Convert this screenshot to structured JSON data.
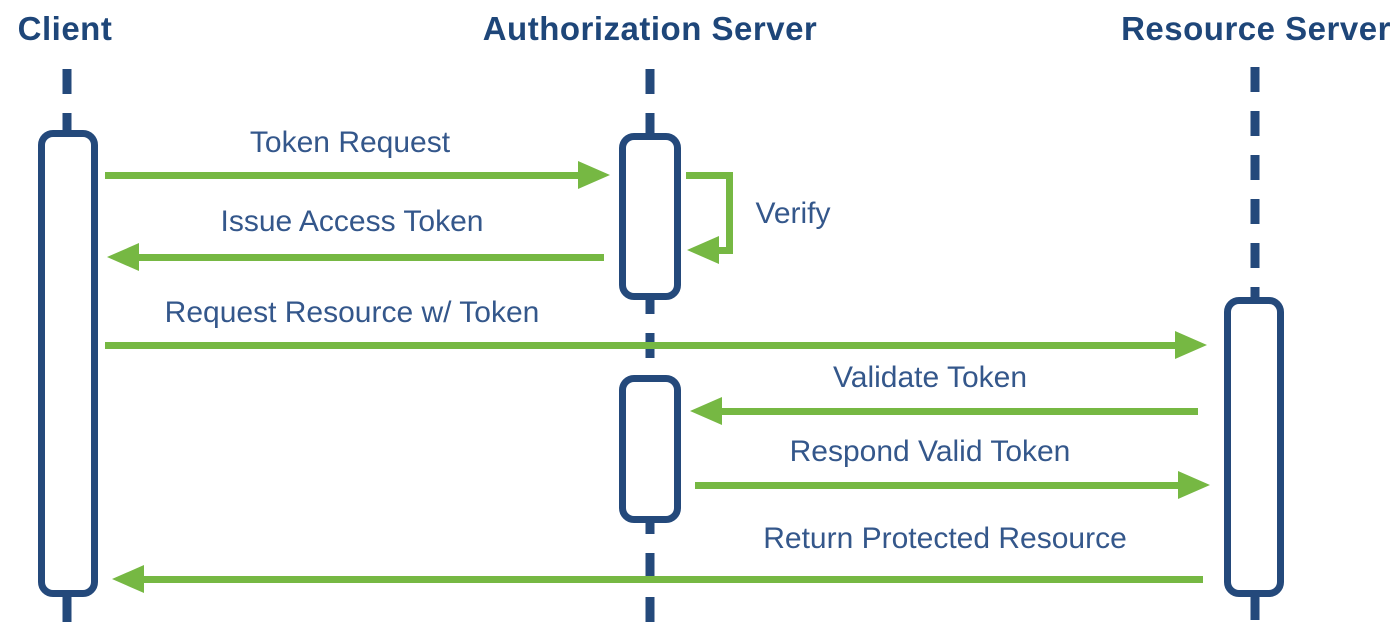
{
  "diagram_type": "sequence",
  "colors": {
    "background": "#FFFFFF",
    "navy": "#24497B",
    "title_text": "#1E4679",
    "label_text": "#34578B",
    "green": "#76B843"
  },
  "actors": [
    {
      "name": "Client"
    },
    {
      "name": "Authorization Server"
    },
    {
      "name": "Resource Server"
    }
  ],
  "messages": [
    {
      "label": "Token Request",
      "from": "Client",
      "to": "Authorization Server",
      "direction": "right"
    },
    {
      "label": "Issue Access Token",
      "from": "Authorization Server",
      "to": "Client",
      "direction": "left"
    },
    {
      "label": "Verify",
      "from": "Authorization Server",
      "to": "Authorization Server",
      "direction": "self"
    },
    {
      "label": "Request Resource w/ Token",
      "from": "Client",
      "to": "Resource Server",
      "direction": "right"
    },
    {
      "label": "Validate Token",
      "from": "Resource Server",
      "to": "Authorization Server",
      "direction": "left"
    },
    {
      "label": "Respond Valid Token",
      "from": "Authorization Server",
      "to": "Resource Server",
      "direction": "right"
    },
    {
      "label": "Return Protected Resource",
      "from": "Resource Server",
      "to": "Client",
      "direction": "left"
    }
  ]
}
